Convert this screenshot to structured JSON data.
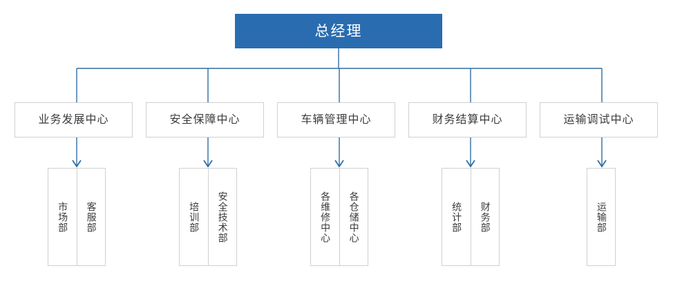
{
  "diagram": {
    "type": "org-chart",
    "title_node": {
      "label": "总经理",
      "color": "#2a6cb0",
      "text_color": "#ffffff"
    },
    "line_color": "#2e6da4",
    "box_border_color": "#d0d0d0",
    "box_text_color": "#3b3b3b",
    "branches": [
      {
        "center": {
          "label": "业务发展中心"
        },
        "departments": [
          {
            "label": "市场部"
          },
          {
            "label": "客服部"
          }
        ]
      },
      {
        "center": {
          "label": "安全保障中心"
        },
        "departments": [
          {
            "label": "培训部"
          },
          {
            "label": "安全技术部"
          }
        ]
      },
      {
        "center": {
          "label": "车辆管理中心"
        },
        "departments": [
          {
            "label": "各维修中心"
          },
          {
            "label": "各仓储中心"
          }
        ]
      },
      {
        "center": {
          "label": "财务结算中心"
        },
        "departments": [
          {
            "label": "统计部"
          },
          {
            "label": "财务部"
          }
        ]
      },
      {
        "center": {
          "label": "运输调试中心"
        },
        "departments": [
          {
            "label": "运输部"
          }
        ]
      }
    ]
  }
}
